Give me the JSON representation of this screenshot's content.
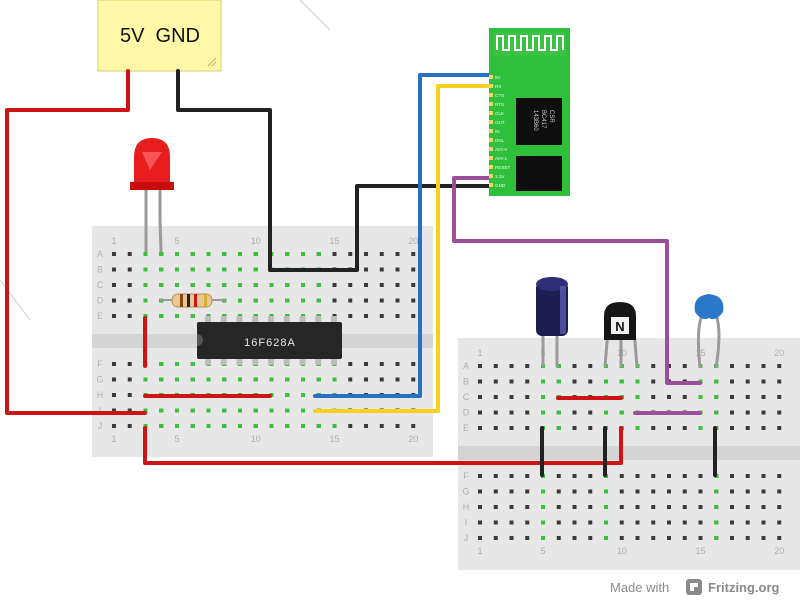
{
  "power_label": {
    "text": "5V  GND"
  },
  "chip": {
    "label": "16F628A"
  },
  "transistor": {
    "label": "N"
  },
  "bluetooth_module": {
    "chip_lines": [
      "CSR",
      "BC417",
      "143B60"
    ],
    "pins": [
      "5V",
      "RX",
      "CTS",
      "RTS",
      "CLK",
      "OUT",
      "IN",
      "DNL",
      "AIO-0",
      "AIO-1",
      "RESET",
      "3.3V",
      "GND"
    ]
  },
  "breadboard_left": {
    "column_numbers": [
      "1",
      "5",
      "10",
      "15",
      "20"
    ],
    "rows_top": [
      "A",
      "B",
      "C",
      "D",
      "E"
    ],
    "rows_bottom": [
      "F",
      "G",
      "H",
      "I",
      "J"
    ]
  },
  "breadboard_right": {
    "column_numbers": [
      "1",
      "5",
      "10",
      "15",
      "20"
    ],
    "rows_top": [
      "A",
      "B",
      "C",
      "D",
      "E"
    ],
    "rows_bottom": [
      "F",
      "G",
      "H",
      "I",
      "J"
    ]
  },
  "watermark": {
    "prefix": "Made with",
    "brand": "Fritzing.org"
  },
  "colors": {
    "wire_red": "#cc1414",
    "wire_black": "#222222",
    "wire_blue": "#2a6fc4",
    "wire_yellow": "#f7d11e",
    "wire_purple": "#9b4f9b",
    "module_green": "#2fbf3a",
    "note_yellow": "#fff8a8",
    "breadboard": "#e7e7e7"
  }
}
